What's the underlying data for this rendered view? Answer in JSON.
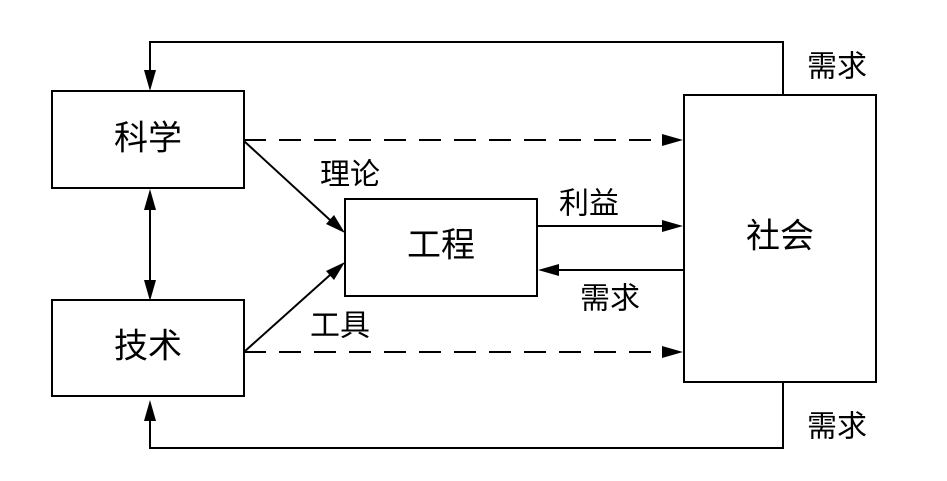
{
  "diagram": {
    "nodes": {
      "science": "科学",
      "technology": "技术",
      "engineering": "工程",
      "society": "社会"
    },
    "edge_labels": {
      "theory": "理论",
      "tools": "工具",
      "benefit": "利益",
      "demand_engineering": "需求",
      "demand_science": "需求",
      "demand_technology": "需求"
    }
  }
}
